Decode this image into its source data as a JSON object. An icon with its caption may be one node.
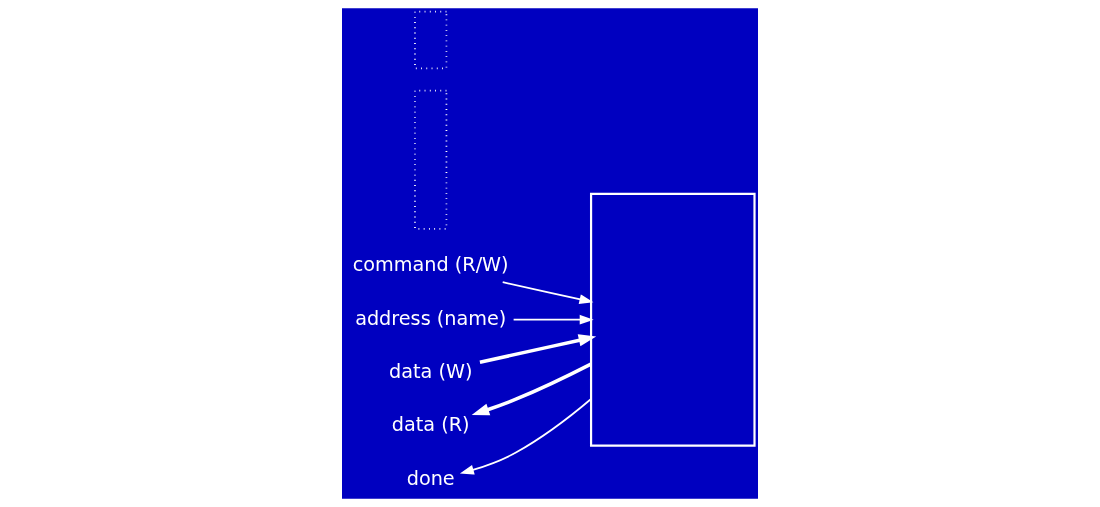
{
  "diagram": {
    "nodes": [
      {
        "text": [
          "command (R/W)"
        ]
      },
      {
        "text": [
          "address (name)"
        ]
      },
      {
        "text": [
          "data (W)"
        ]
      },
      {
        "text": [
          "data (R)"
        ]
      },
      {
        "text": [
          "done"
        ]
      },
      {
        "text": [],
        "shape": "box"
      },
      {
        "text": [],
        "shape": "box"
      },
      {
        "text": [],
        "shape": "box"
      }
    ],
    "edges": [
      {
        "from": 0,
        "to": 5,
        "arrow": "to"
      },
      {
        "from": 1,
        "to": 5,
        "arrow": "to"
      },
      {
        "from": 2,
        "to": 5,
        "arrow": "to",
        "style": "thick"
      },
      {
        "from": 5,
        "to": 3,
        "arrow": "to",
        "style": "thick"
      },
      {
        "from": 5,
        "to": 4,
        "arrow": "to"
      }
    ]
  }
}
